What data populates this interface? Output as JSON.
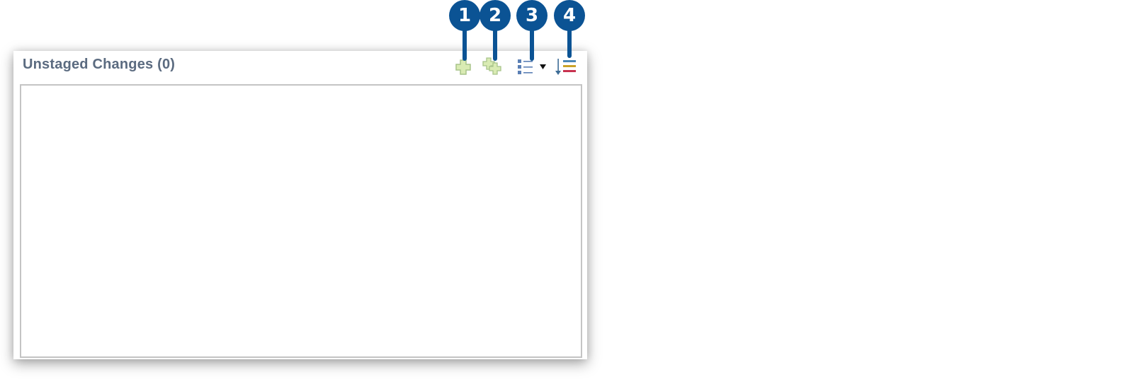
{
  "panel": {
    "title": "Unstaged Changes (0)",
    "list_items": []
  },
  "toolbar": {
    "buttons": [
      {
        "id": "stage-selected",
        "icon": "add-icon"
      },
      {
        "id": "stage-all",
        "icon": "add-all-icon"
      },
      {
        "id": "presentation",
        "icon": "list-view-icon",
        "has_dropdown": true
      },
      {
        "id": "sort",
        "icon": "sort-by-state-icon"
      }
    ]
  },
  "callouts": [
    {
      "number": "1",
      "target": "stage-selected"
    },
    {
      "number": "2",
      "target": "stage-all"
    },
    {
      "number": "3",
      "target": "presentation"
    },
    {
      "number": "4",
      "target": "sort"
    }
  ],
  "colors": {
    "callout": "#0b5394",
    "title": "#5b6b80",
    "plus_fill": "#d9ebb3",
    "plus_border": "#a8c48a",
    "list_icon": "#5b7fb5",
    "sort_blue": "#4a86b5",
    "sort_yellow": "#c9a227",
    "sort_red": "#c8324f"
  }
}
